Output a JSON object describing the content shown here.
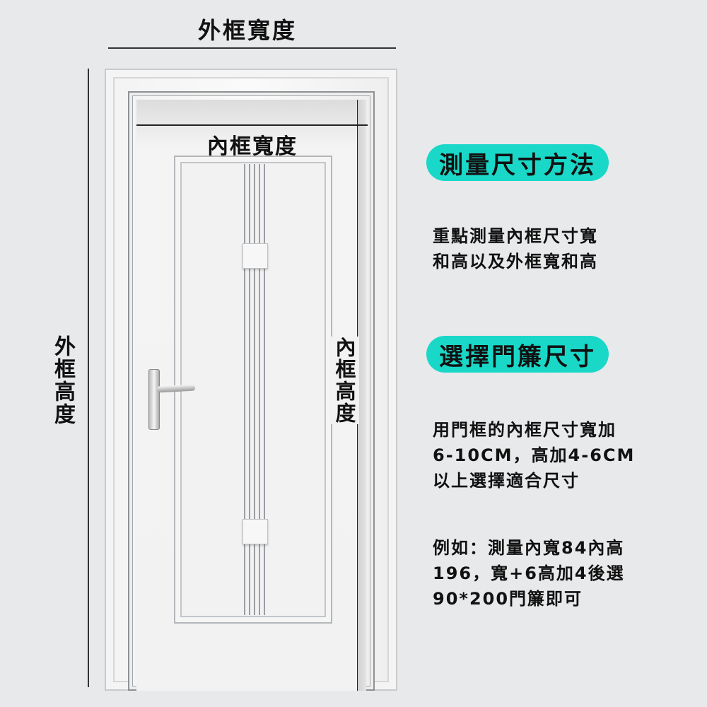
{
  "labels": {
    "outer_width": "外框寬度",
    "inner_width": "內框寬度",
    "outer_height": "外框高度",
    "inner_height": "內框高度"
  },
  "sections": [
    {
      "title": "測量尺寸方法",
      "lines": [
        "重點測量內框尺寸寬",
        "和高以及外框寬和高"
      ]
    },
    {
      "title": "選擇門簾尺寸",
      "lines": [
        "用門框的內框尺寸寬加",
        "6-10CM，高加4-6CM",
        "以上選擇適合尺寸"
      ]
    }
  ],
  "example": {
    "lines": [
      "例如：測量內寬84內高",
      "196，寬+6高加4後選",
      "90*200門簾即可"
    ]
  },
  "colors": {
    "accent": "#1ad8c8",
    "background": "#e8e9eb"
  }
}
